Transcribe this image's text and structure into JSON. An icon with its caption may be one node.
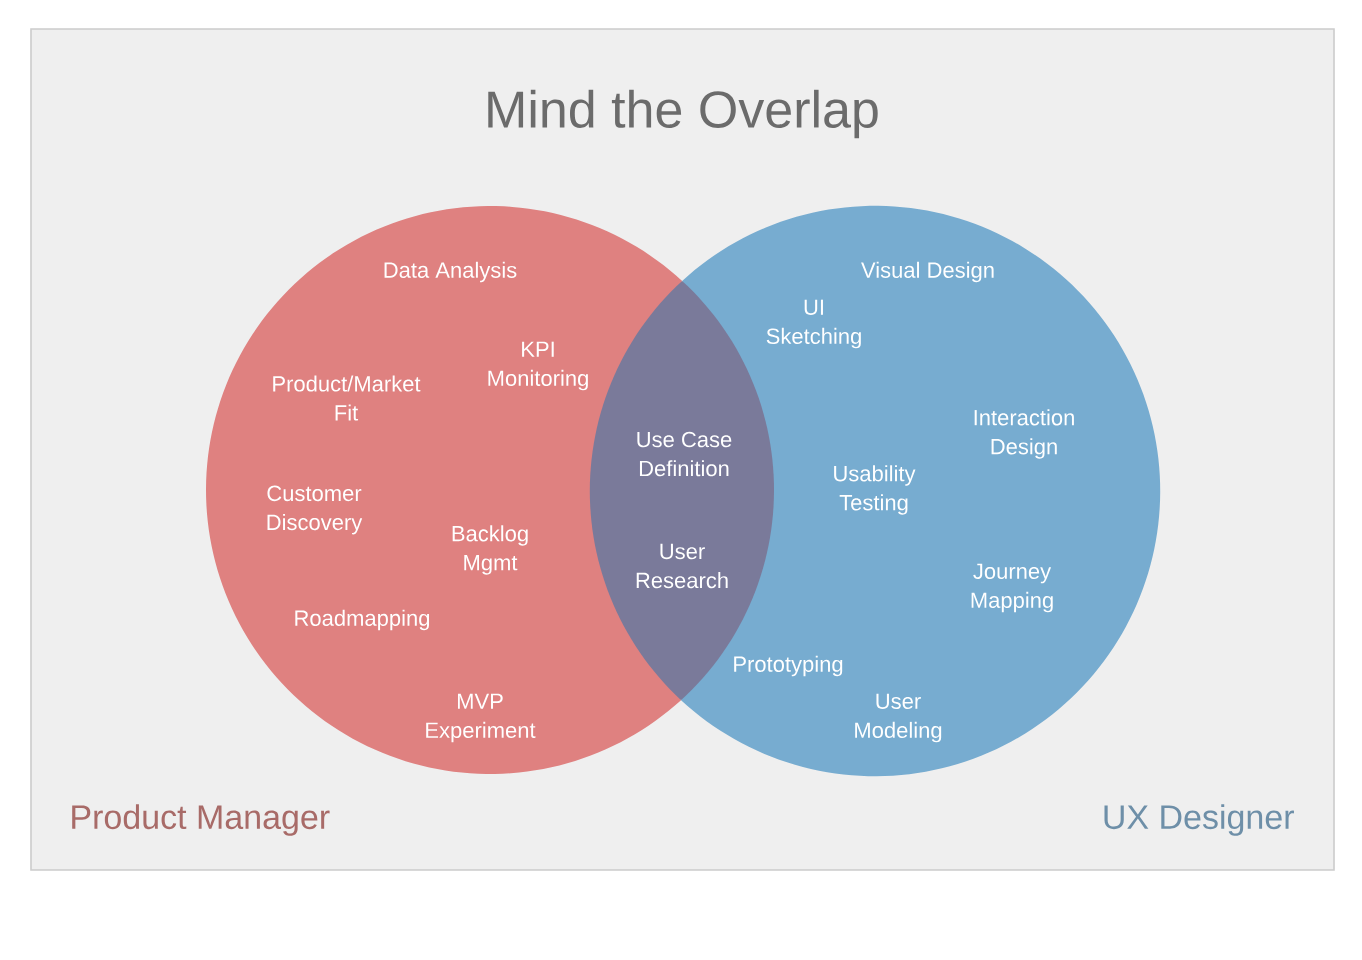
{
  "diagram": {
    "title": "Mind the Overlap",
    "nodes": [
      {
        "text": [
          "Data Analysis",
          "KPI Monitoring",
          "Product/Market Fit",
          "Customer Discovery",
          "Backlog Mgmt",
          "Roadmapping",
          "MVP Experiment"
        ],
        "beside": [
          "Product Manager"
        ]
      },
      {
        "text": [
          "Use Case Definition",
          "User Research"
        ]
      },
      {
        "text": [
          "Visual Design",
          "UI Sketching",
          "Interaction Design",
          "Usability Testing",
          "Journey Mapping",
          "Prototyping",
          "User Modeling"
        ],
        "beside": [
          "UX Designer"
        ]
      }
    ]
  }
}
